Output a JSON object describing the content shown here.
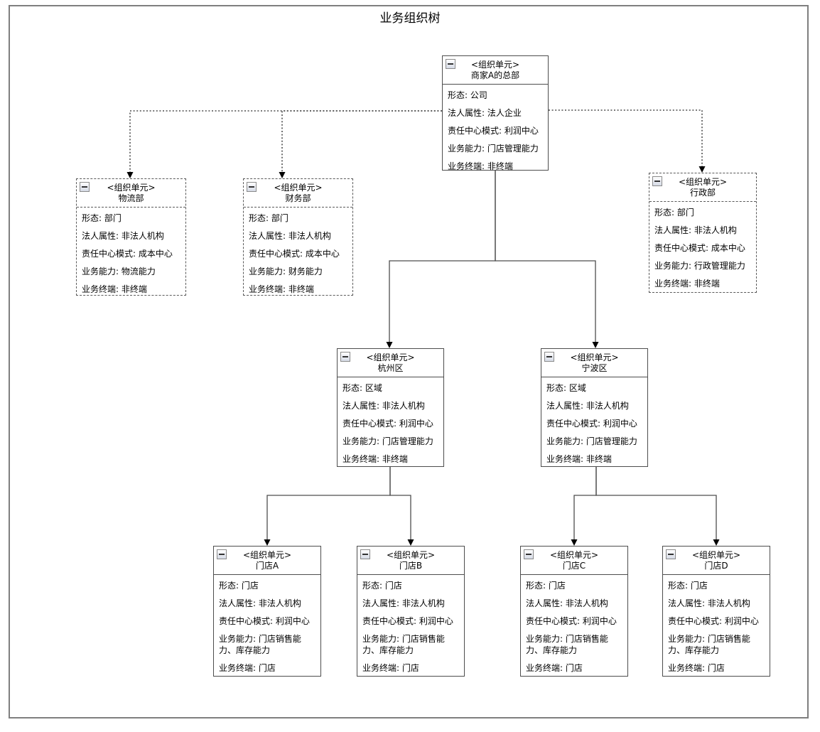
{
  "title": "业务组织树",
  "node_header_type": "<组织单元>",
  "colors": {
    "node_stroke": "#4d4d4d",
    "edge_stroke": "#4d4d4d",
    "arrow_fill": "#000000",
    "outer_border": "#7f7f7f",
    "text": "#000000"
  },
  "nodes": [
    {
      "id": "hq",
      "name": "商家A的总部",
      "border": "solid",
      "attrs": [
        "形态: 公司",
        "法人属性: 法人企业",
        "责任中心模式: 利润中心",
        "业务能力: 门店管理能力",
        "业务终端: 非终端"
      ]
    },
    {
      "id": "logistics",
      "name": "物流部",
      "border": "dashed",
      "attrs": [
        "形态: 部门",
        "法人属性: 非法人机构",
        "责任中心模式: 成本中心",
        "业务能力: 物流能力",
        "业务终端: 非终端"
      ]
    },
    {
      "id": "finance",
      "name": "财务部",
      "border": "dashed",
      "attrs": [
        "形态: 部门",
        "法人属性: 非法人机构",
        "责任中心模式: 成本中心",
        "业务能力: 财务能力",
        "业务终端: 非终端"
      ]
    },
    {
      "id": "admin",
      "name": "行政部",
      "border": "dashed",
      "attrs": [
        "形态: 部门",
        "法人属性: 非法人机构",
        "责任中心模式: 成本中心",
        "业务能力: 行政管理能力",
        "业务终端: 非终端"
      ]
    },
    {
      "id": "hangzhou",
      "name": "杭州区",
      "border": "solid",
      "attrs": [
        "形态: 区域",
        "法人属性: 非法人机构",
        "责任中心模式: 利润中心",
        "业务能力: 门店管理能力",
        "业务终端: 非终端"
      ]
    },
    {
      "id": "ningbo",
      "name": "宁波区",
      "border": "solid",
      "attrs": [
        "形态: 区域",
        "法人属性: 非法人机构",
        "责任中心模式: 利润中心",
        "业务能力: 门店管理能力",
        "业务终端: 非终端"
      ]
    },
    {
      "id": "storeA",
      "name": "门店A",
      "border": "solid",
      "attrs": [
        "形态: 门店",
        "法人属性: 非法人机构",
        "责任中心模式: 利润中心",
        "业务能力: 门店销售能力、库存能力",
        "业务终端: 门店"
      ]
    },
    {
      "id": "storeB",
      "name": "门店B",
      "border": "solid",
      "attrs": [
        "形态: 门店",
        "法人属性: 非法人机构",
        "责任中心模式: 利润中心",
        "业务能力: 门店销售能力、库存能力",
        "业务终端: 门店"
      ]
    },
    {
      "id": "storeC",
      "name": "门店C",
      "border": "solid",
      "attrs": [
        "形态: 门店",
        "法人属性: 非法人机构",
        "责任中心模式: 利润中心",
        "业务能力: 门店销售能力、库存能力",
        "业务终端: 门店"
      ]
    },
    {
      "id": "storeD",
      "name": "门店D",
      "border": "solid",
      "attrs": [
        "形态: 门店",
        "法人属性: 非法人机构",
        "责任中心模式: 利润中心",
        "业务能力: 门店销售能力、库存能力",
        "业务终端: 门店"
      ]
    }
  ],
  "edges": [
    {
      "from": "hq",
      "to": "logistics",
      "style": "dashed"
    },
    {
      "from": "hq",
      "to": "finance",
      "style": "dashed"
    },
    {
      "from": "hq",
      "to": "admin",
      "style": "dashed"
    },
    {
      "from": "hq",
      "to": "hangzhou",
      "style": "solid"
    },
    {
      "from": "hq",
      "to": "ningbo",
      "style": "solid"
    },
    {
      "from": "hangzhou",
      "to": "storeA",
      "style": "solid"
    },
    {
      "from": "hangzhou",
      "to": "storeB",
      "style": "solid"
    },
    {
      "from": "ningbo",
      "to": "storeC",
      "style": "solid"
    },
    {
      "from": "ningbo",
      "to": "storeD",
      "style": "solid"
    }
  ]
}
